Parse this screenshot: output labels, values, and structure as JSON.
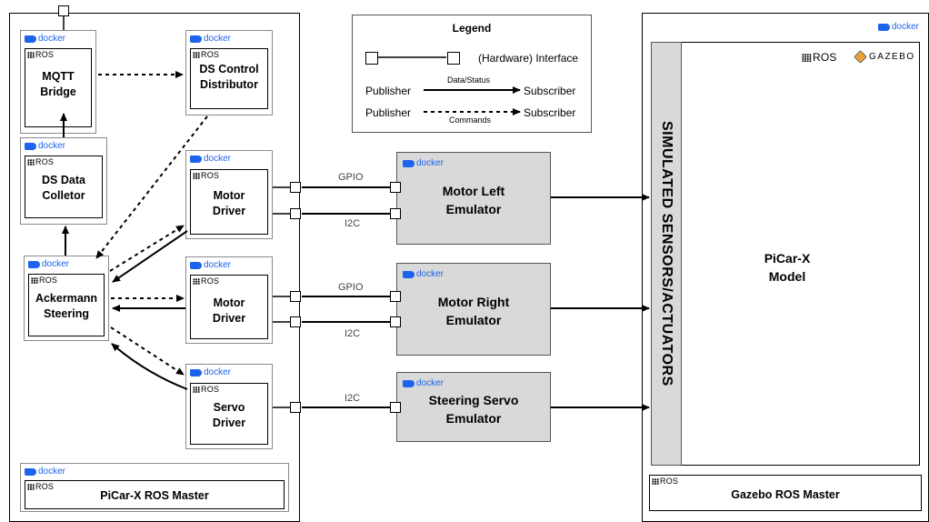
{
  "badges": {
    "docker": "docker",
    "ros": "ROS",
    "gazebo": "GAZEBO"
  },
  "nodes": {
    "mqtt_bridge": "MQTT\nBridge",
    "ds_control_distributor": "DS Control\nDistributor",
    "ds_data_collector": "DS Data\nColletor",
    "ackermann_steering": "Ackermann\nSteering",
    "motor_driver_1": "Motor\nDriver",
    "motor_driver_2": "Motor\nDriver",
    "servo_driver": "Servo\nDriver",
    "picar_ros_master": "PiCar-X ROS Master",
    "gazebo_ros_master": "Gazebo ROS Master",
    "picar_model": "PiCar-X\nModel"
  },
  "emulators": {
    "motor_left": "Motor Left\nEmulator",
    "motor_right": "Motor Right\nEmulator",
    "steering_servo": "Steering Servo\nEmulator"
  },
  "interfaces": {
    "gpio_1": "GPIO",
    "i2c_1": "I2C",
    "gpio_2": "GPIO",
    "i2c_2": "I2C",
    "i2c_3": "I2C"
  },
  "simulated_bar": "SIMULATED SENSORS/ACTUATORS",
  "legend": {
    "title": "Legend",
    "interface_label": "(Hardware) Interface",
    "publisher_1": "Publisher",
    "subscriber_1": "Subscriber",
    "data_status": "Data/Status",
    "publisher_2": "Publisher",
    "subscriber_2": "Subscriber",
    "commands": "Commands"
  }
}
